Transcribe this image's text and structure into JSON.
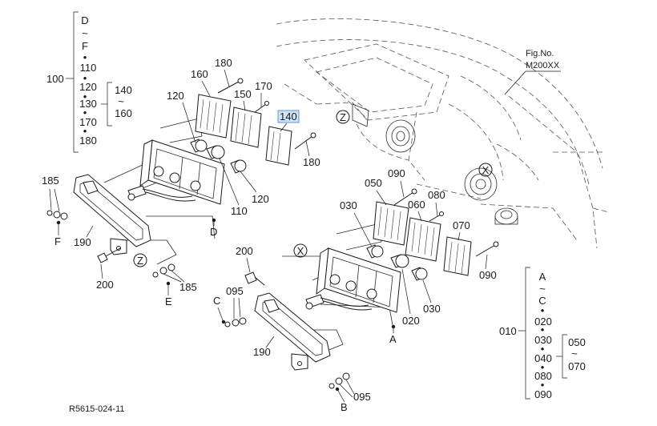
{
  "figure": {
    "fig_no_label": "Fig.No.",
    "fig_no_value": "M200XX",
    "footer_code": "R5615-024-11"
  },
  "colors": {
    "line": "#1a1a1a",
    "highlight": "#cfe3f7",
    "highlight_border": "#3b7fc4"
  },
  "callouts": {
    "c180_top": "180",
    "c160": "160",
    "c150": "150",
    "c170": "170",
    "c120_top": "120",
    "c140": "140",
    "c180_right": "180",
    "c185": "185",
    "c110": "110",
    "c120_mid": "120",
    "c_d": "D",
    "c_f": "F",
    "c190_left": "190",
    "c200_left": "200",
    "c_z": "Z",
    "c185_b": "185",
    "c_e": "E",
    "c_z_body": "Z",
    "c090_top": "090",
    "c050": "050",
    "c080": "080",
    "c030_left": "030",
    "c060": "060",
    "c070": "070",
    "c200_mid": "200",
    "c_x": "X",
    "c_x_body": "X",
    "c095_top": "095",
    "c_c": "C",
    "c090_right": "090",
    "c020": "020",
    "c030_right": "030",
    "c_a": "A",
    "c190_bottom": "190",
    "c095_bottom": "095",
    "c_b": "B"
  },
  "legend_left": {
    "group_code": "100",
    "items": [
      "D",
      "~",
      "F",
      "•",
      "110",
      "•",
      "120",
      "•",
      "130",
      "•",
      "170",
      "•",
      "180"
    ],
    "sub_range": [
      "140",
      "~",
      "160"
    ]
  },
  "legend_right": {
    "group_code": "010",
    "items": [
      "A",
      "~",
      "C",
      "•",
      "020",
      "•",
      "030",
      "•",
      "040",
      "•",
      "080",
      "•",
      "090"
    ],
    "sub_range": [
      "050",
      "~",
      "070"
    ]
  }
}
